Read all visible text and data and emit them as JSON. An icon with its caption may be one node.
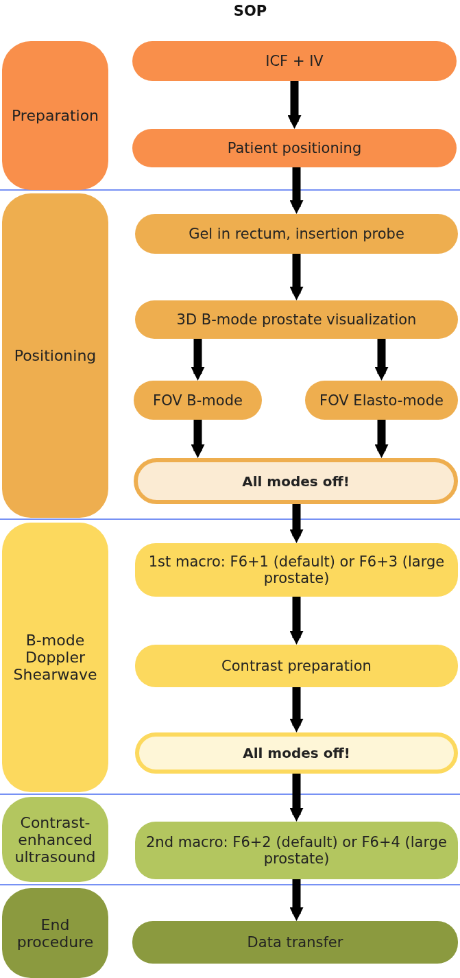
{
  "diagram": {
    "title": "SOP",
    "nodes": [
      {
        "text": [
          "Preparation"
        ]
      },
      {
        "text": [
          "ICF + IV"
        ]
      },
      {
        "text": [
          "Patient positioning"
        ]
      },
      {
        "text": [
          "Positioning"
        ]
      },
      {
        "text": [
          "Gel in rectum, insertion probe"
        ]
      },
      {
        "text": [
          "3D B-mode prostate visualization"
        ]
      },
      {
        "text": [
          "FOV B-mode"
        ]
      },
      {
        "text": [
          "FOV Elasto-mode"
        ]
      },
      {
        "text": [
          "All modes off!"
        ]
      },
      {
        "text": [
          "B-mode Doppler Shearwave"
        ]
      },
      {
        "text": [
          "1st macro: F6+1 (default) or F6+3 (large prostate)"
        ]
      },
      {
        "text": [
          "Contrast preparation"
        ]
      },
      {
        "text": [
          "All modes off!"
        ]
      },
      {
        "text": [
          "Contrast-enhanced ultrasound"
        ]
      },
      {
        "text": [
          "2nd macro: F6+2 (default) or F6+4 (large prostate)"
        ]
      },
      {
        "text": [
          "End procedure"
        ]
      },
      {
        "text": [
          "Data transfer"
        ]
      }
    ],
    "edges": [
      {
        "from": 1,
        "to": 2,
        "arrow": "to"
      },
      {
        "from": 2,
        "to": 4,
        "arrow": "to"
      },
      {
        "from": 4,
        "to": 5,
        "arrow": "to"
      },
      {
        "from": 5,
        "to": 6,
        "arrow": "to"
      },
      {
        "from": 5,
        "to": 7,
        "arrow": "to"
      },
      {
        "from": 6,
        "to": 8,
        "arrow": "to"
      },
      {
        "from": 7,
        "to": 8,
        "arrow": "to"
      },
      {
        "from": 8,
        "to": 10,
        "arrow": "to"
      },
      {
        "from": 10,
        "to": 11,
        "arrow": "to"
      },
      {
        "from": 11,
        "to": 12,
        "arrow": "to"
      },
      {
        "from": 12,
        "to": 14,
        "arrow": "to"
      },
      {
        "from": 14,
        "to": 16,
        "arrow": "to"
      }
    ]
  }
}
